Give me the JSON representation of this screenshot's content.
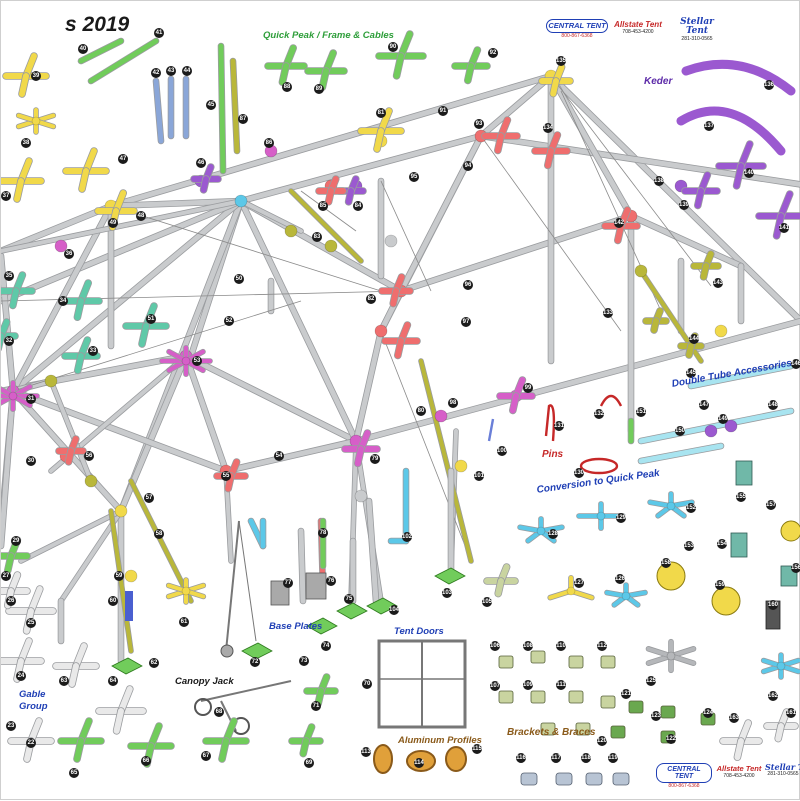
{
  "title": "s 2019",
  "sections": {
    "quick_peak": "Quick Peak / Frame & Cables",
    "keder": "Keder",
    "double_tube": "Double Tube Accessories",
    "pins": "Pins",
    "conversion": "Conversion to Quick Peak",
    "base_plates": "Base Plates",
    "tent_doors": "Tent Doors",
    "canopy_jack": "Canopy Jack",
    "aluminum": "Aluminum Profiles",
    "brackets": "Brackets & Braces",
    "gable_1": "Gable",
    "gable_2": "Group"
  },
  "logos": {
    "central_top": {
      "name": "CENTRAL TENT",
      "phone": "800-867-6368"
    },
    "allstate_top": {
      "name": "Allstate Tent",
      "phone": "708-453-4200"
    },
    "stellar_top": {
      "name": "Stellar Tent",
      "phone": "281-310-0565"
    },
    "central_bot": {
      "name": "CENTRAL TENT",
      "phone": "800-867-6368"
    },
    "allstate_bot": {
      "name": "Allstate Tent",
      "phone": "708-453-4200"
    },
    "stellar_bot": {
      "name": "Stellar Tent",
      "phone": "281-310-0565"
    }
  },
  "colors": {
    "frame": "#c9cbcd",
    "frame_edge": "#9a9c9f",
    "magenta": "#d65fc8",
    "salmon": "#ef6e6e",
    "yellow": "#f1d94a",
    "olive": "#b9b73a",
    "green": "#71cc5b",
    "teal": "#5fc9a8",
    "cyan": "#5cc8e8",
    "purple": "#9b59d0",
    "white": "#e9e9e9",
    "badge": "#1b1b1b",
    "section_green": "#2e9e3a",
    "section_blue": "#1f3fb5",
    "section_red": "#c62828",
    "section_purple": "#5c2aa8",
    "section_brown": "#8a5a1a"
  },
  "part_numbers": [
    "22",
    "23",
    "24",
    "25",
    "26",
    "27",
    "29",
    "30",
    "31",
    "32",
    "33",
    "34",
    "35",
    "36",
    "37",
    "38",
    "39",
    "40",
    "41",
    "42",
    "43",
    "44",
    "45",
    "46",
    "47",
    "48",
    "49",
    "50",
    "51",
    "52",
    "53",
    "54",
    "55",
    "56",
    "57",
    "58",
    "59",
    "60",
    "61",
    "62",
    "63",
    "64",
    "65",
    "66",
    "67",
    "68",
    "69",
    "70",
    "71",
    "72",
    "73",
    "74",
    "75",
    "76",
    "77",
    "78",
    "79",
    "80",
    "81",
    "82",
    "83",
    "84",
    "85",
    "86",
    "87",
    "88",
    "89",
    "90",
    "91",
    "92",
    "93",
    "94",
    "95",
    "96",
    "97",
    "98",
    "99",
    "100",
    "101",
    "102",
    "103",
    "104",
    "105",
    "106",
    "107",
    "108",
    "109",
    "110",
    "111",
    "112",
    "113",
    "114",
    "115",
    "116",
    "117",
    "118",
    "119",
    "120",
    "121",
    "122",
    "123",
    "124",
    "125",
    "126",
    "127",
    "128",
    "129",
    "130",
    "131",
    "132",
    "133",
    "134",
    "135",
    "136",
    "137",
    "138",
    "139",
    "140",
    "141",
    "142",
    "143",
    "144",
    "145",
    "146",
    "147",
    "148",
    "149",
    "150",
    "151",
    "152",
    "153",
    "154",
    "155",
    "156",
    "157",
    "158",
    "159",
    "160",
    "161",
    "162",
    "163"
  ]
}
